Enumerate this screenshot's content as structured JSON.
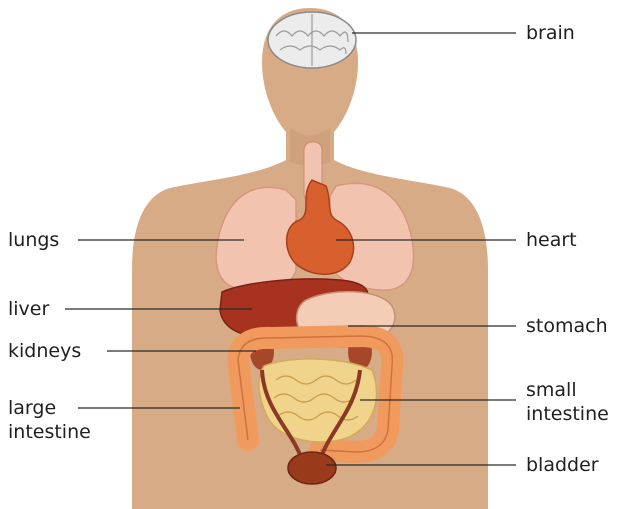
{
  "labels": {
    "brain": "brain",
    "lungs": "lungs",
    "heart": "heart",
    "liver": "liver",
    "stomach": "stomach",
    "kidneys": "kidneys",
    "large_intestine_line1": "large",
    "large_intestine_line2": "intestine",
    "small_intestine_line1": "small",
    "small_intestine_line2": "intestine",
    "bladder": "bladder"
  },
  "colors": {
    "body": "#d7ab86",
    "body_shadow": "#c89a74",
    "lungs": "#f2c4b0",
    "heart": "#d8602e",
    "liver": "#a83220",
    "stomach": "#f3cdb6",
    "kidneys": "#a7472a",
    "large_intestine": "#f19a5e",
    "small_intestine": "#f1d48c",
    "bladder": "#9a3a1d",
    "brain": "#ececec",
    "leader_line": "#2a2a2a"
  }
}
